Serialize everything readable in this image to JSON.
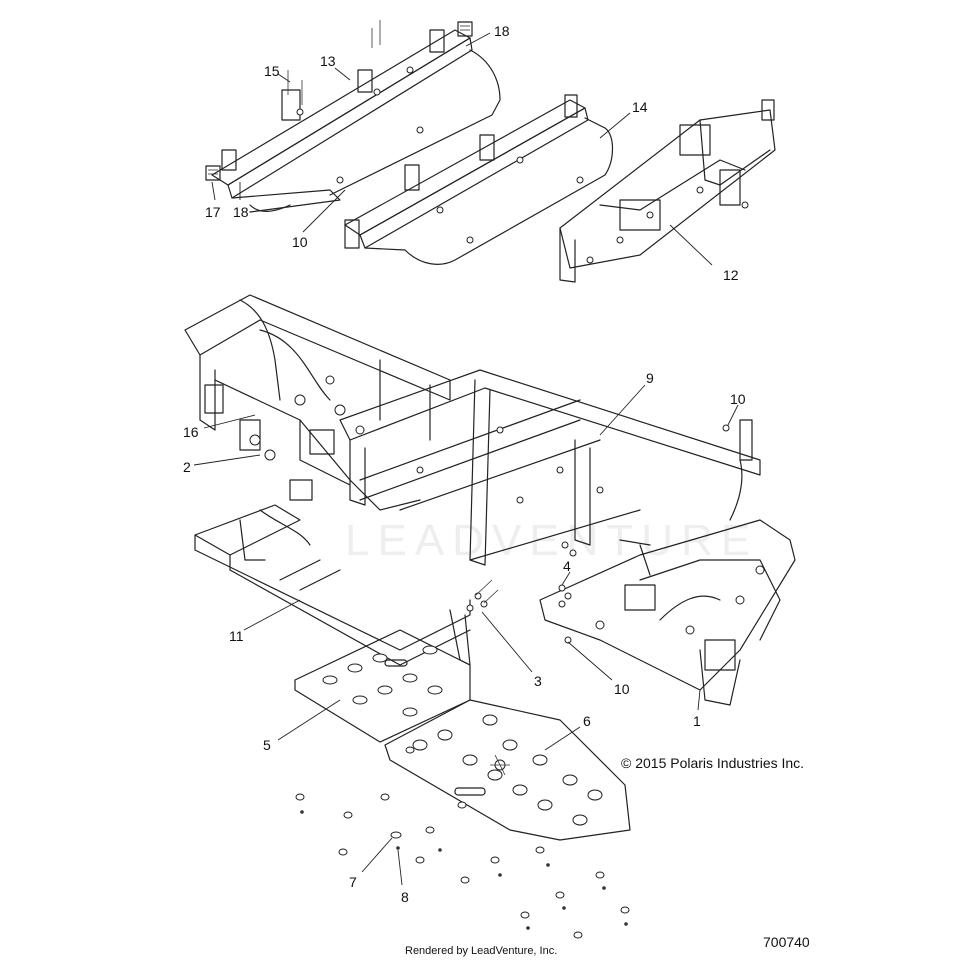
{
  "callouts": [
    {
      "id": "18a",
      "text": "18"
    },
    {
      "id": "13",
      "text": "13"
    },
    {
      "id": "15",
      "text": "15"
    },
    {
      "id": "17",
      "text": "17"
    },
    {
      "id": "18b",
      "text": "18"
    },
    {
      "id": "10a",
      "text": "10"
    },
    {
      "id": "14",
      "text": "14"
    },
    {
      "id": "12",
      "text": "12"
    },
    {
      "id": "9",
      "text": "9"
    },
    {
      "id": "10b",
      "text": "10"
    },
    {
      "id": "16",
      "text": "16"
    },
    {
      "id": "2",
      "text": "2"
    },
    {
      "id": "4",
      "text": "4"
    },
    {
      "id": "11",
      "text": "11"
    },
    {
      "id": "3",
      "text": "3"
    },
    {
      "id": "10c",
      "text": "10"
    },
    {
      "id": "1",
      "text": "1"
    },
    {
      "id": "5",
      "text": "5"
    },
    {
      "id": "6",
      "text": "6"
    },
    {
      "id": "7",
      "text": "7"
    },
    {
      "id": "8",
      "text": "8"
    }
  ],
  "copyright": "© 2015 Polaris Industries Inc.",
  "part_number": "700740",
  "rendered_by": "Rendered by LeadVenture, Inc.",
  "watermark": "LEADVENTURE"
}
